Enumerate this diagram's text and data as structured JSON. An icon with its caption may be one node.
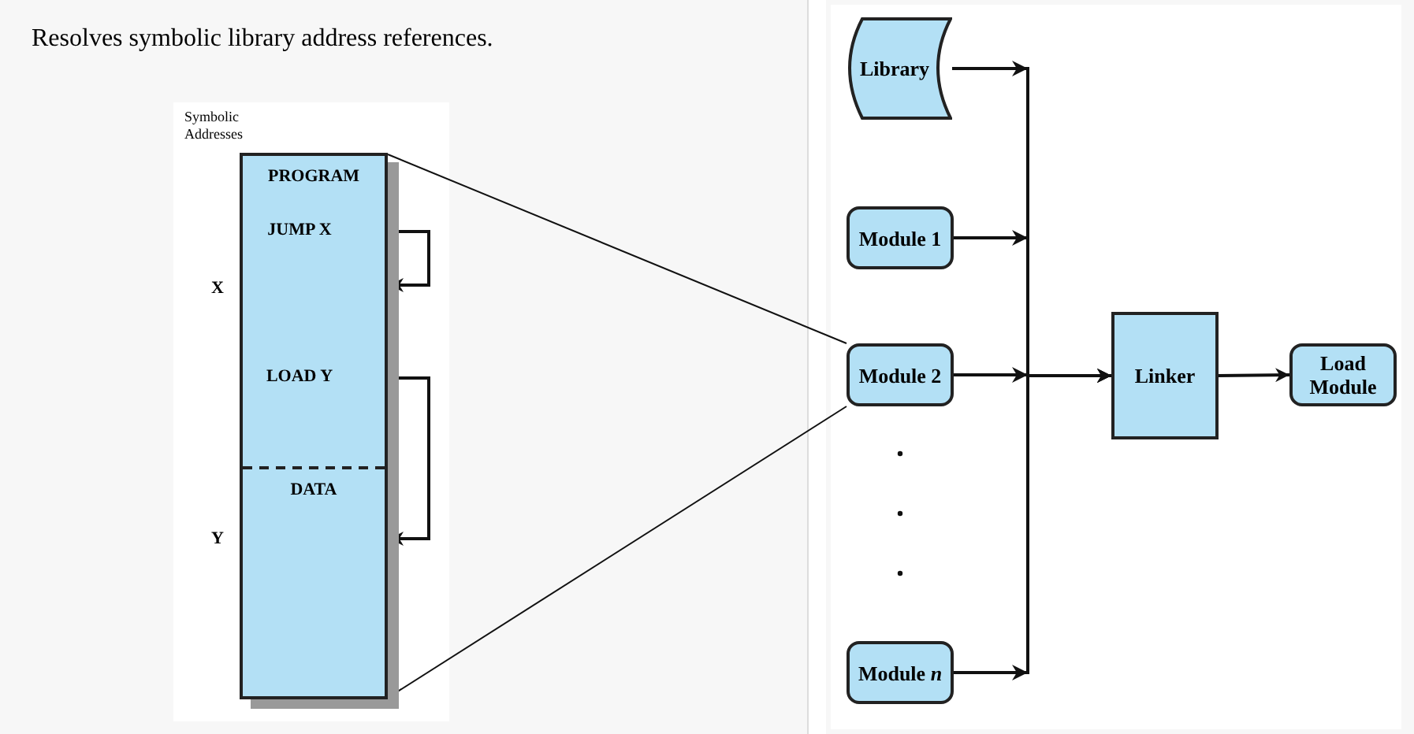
{
  "diagram": {
    "caption": "Resolves symbolic library address references.",
    "nodes": [
      {
        "text": [
          "PROGRAM",
          "DATA"
        ]
      },
      {
        "text": [
          "JUMP X"
        ],
        "in": 0
      },
      {
        "text": [
          "LOAD Y"
        ],
        "in": 0
      },
      {
        "text": [
          "Library"
        ]
      },
      {
        "text": [
          "Module 1"
        ]
      },
      {
        "text": [
          "Module 2"
        ]
      },
      {
        "text": [
          "Module *n*"
        ]
      },
      {
        "text": [
          "Linker"
        ]
      },
      {
        "text": [
          "Load Module"
        ]
      }
    ],
    "edges": [
      {
        "from": 1,
        "to": 0,
        "arrow": "to"
      },
      {
        "from": 2,
        "to": 0,
        "arrow": "to"
      },
      {
        "from": 0,
        "to": 5,
        "arrow": "none"
      },
      {
        "from": 0,
        "to": 5,
        "arrow": "none"
      },
      {
        "from": 3,
        "to": 7,
        "arrow": "to"
      },
      {
        "from": 4,
        "to": 7,
        "arrow": "to"
      },
      {
        "from": 5,
        "to": 7,
        "arrow": "to"
      },
      {
        "from": 6,
        "to": 7,
        "arrow": "to"
      },
      {
        "from": 7,
        "to": 8,
        "arrow": "to"
      }
    ],
    "labels": [
      "Symbolic Addresses",
      "X",
      "Y"
    ]
  }
}
